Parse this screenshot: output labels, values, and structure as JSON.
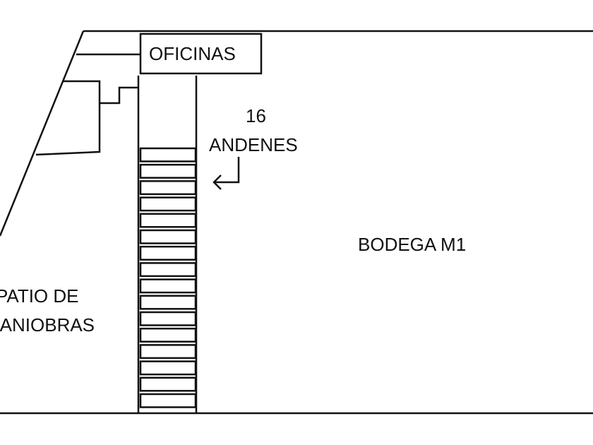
{
  "diagram": {
    "labels": {
      "offices": "OFICINAS",
      "dock_count": "16",
      "docks": "ANDENES",
      "warehouse": "BODEGA M1",
      "yard_line1": "PATIO DE",
      "yard_line2": "MANIOBRAS"
    },
    "dock_bays": 16,
    "stroke_color": "#111111"
  }
}
